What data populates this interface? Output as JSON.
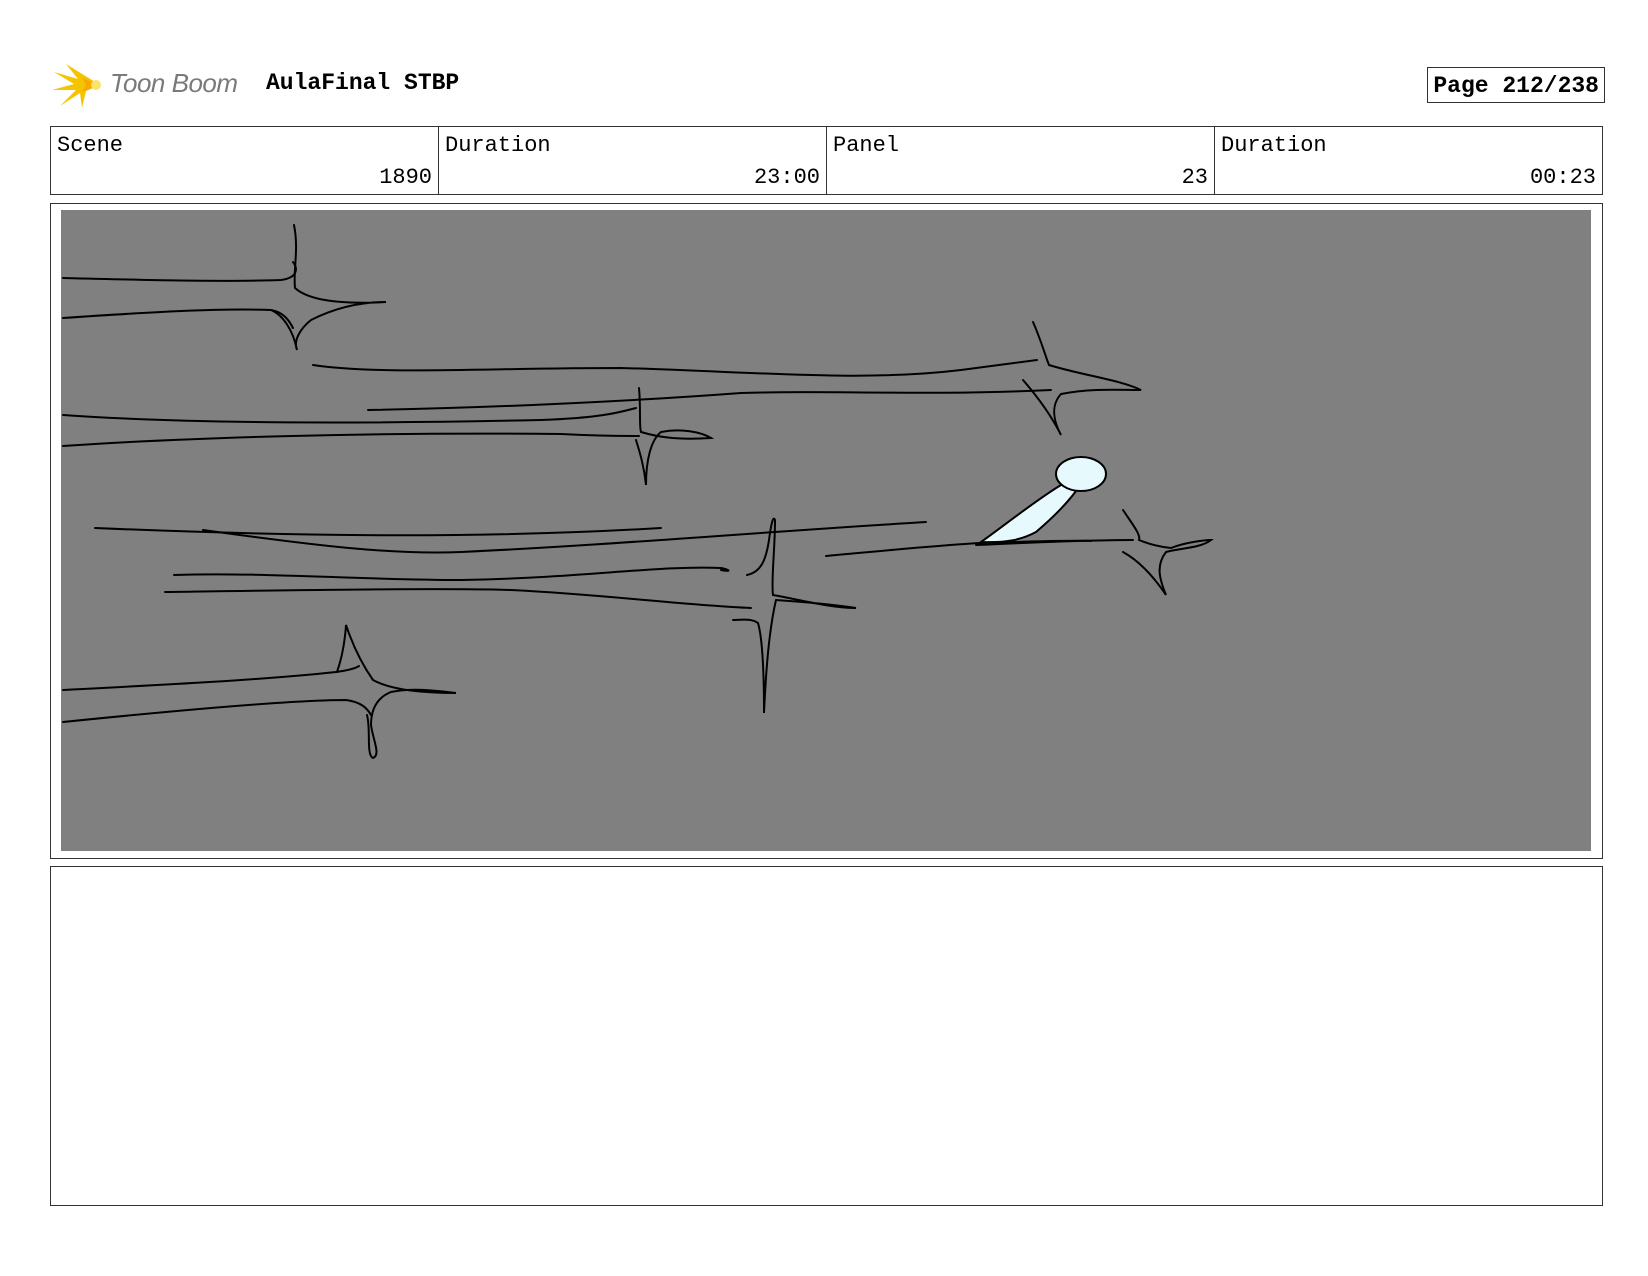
{
  "header": {
    "brand": "Toon Boom",
    "doc_title": "AulaFinal STBP",
    "page": "Page 212/238"
  },
  "info": [
    {
      "label": "Scene",
      "value": "1890"
    },
    {
      "label": "Duration",
      "value": "23:00"
    },
    {
      "label": "Panel",
      "value": "23"
    },
    {
      "label": "Duration",
      "value": "00:23"
    }
  ],
  "colors": {
    "panel_background": "#808080",
    "logo_yellow": "#f5c400",
    "figure_fill": "#e6fafd"
  },
  "icons": {
    "logo": "toon-boom-starburst-icon"
  }
}
